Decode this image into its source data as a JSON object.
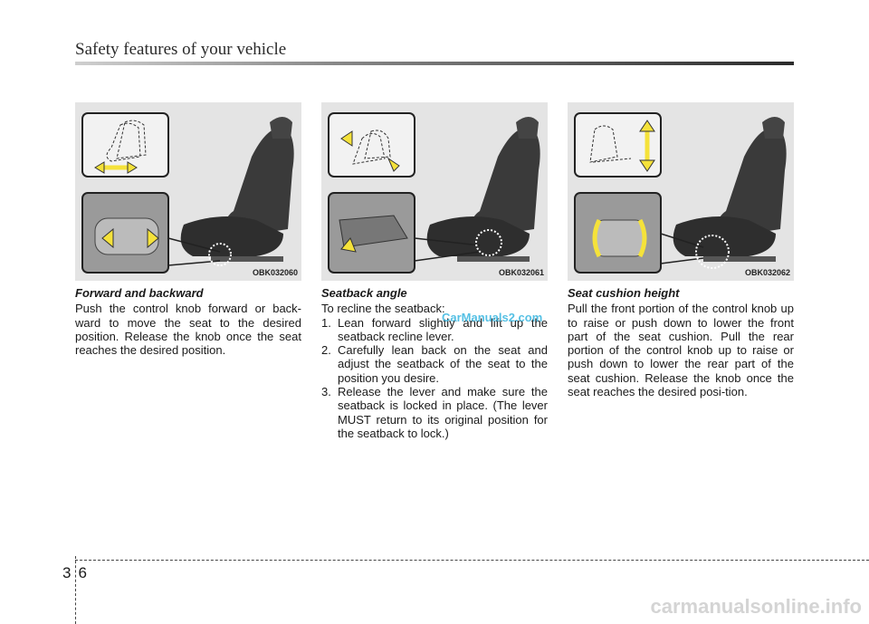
{
  "header": {
    "title": "Safety features of your vehicle"
  },
  "figures": [
    {
      "code": "OBK032060"
    },
    {
      "code": "OBK032061"
    },
    {
      "code": "OBK032062"
    }
  ],
  "sections": {
    "forward": {
      "heading": "Forward and backward",
      "body": "Push the control knob forward or back-ward to move the seat to the desired position. Release the knob once the seat reaches the desired position."
    },
    "seatback": {
      "heading": "Seatback angle",
      "intro": "To recline the seatback:",
      "steps": [
        {
          "num": "1.",
          "text": "Lean forward slightly and lift up the seatback recline lever."
        },
        {
          "num": "2.",
          "text": "Carefully lean back on the seat and adjust the seatback of the seat to the position you desire."
        },
        {
          "num": "3.",
          "text": "Release the lever and make sure the seatback is locked in place. (The lever MUST return to its original position for the seatback to lock.)"
        }
      ]
    },
    "cushion": {
      "heading": "Seat cushion height",
      "body": "Pull the front portion of the control knob up to raise or push down to lower the front part of the seat cushion. Pull the rear portion of the control knob up to raise or push down to lower the rear part of the seat cushion. Release the knob once the seat reaches the desired posi-tion."
    }
  },
  "footer": {
    "page_number": "36",
    "watermark": "carmanualsonline.info",
    "watermark_mid": "CarManuals2.com"
  },
  "colors": {
    "arrow": "#f5e23a",
    "background": "#e4e4e4",
    "seat": "#3a3a3a"
  }
}
